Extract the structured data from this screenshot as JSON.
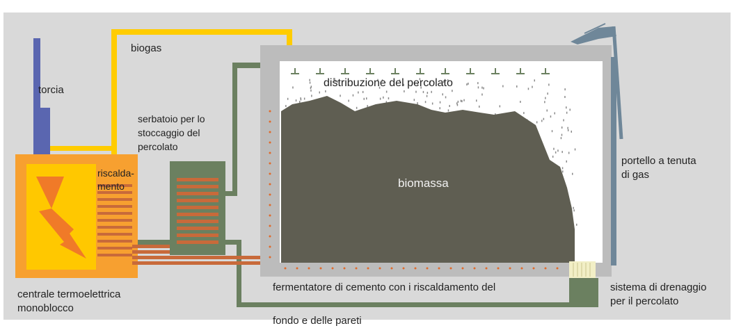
{
  "diagram": {
    "labels": {
      "biogas": "biogas",
      "torch": "torcia",
      "percolate_tank": [
        "serbatoio per lo",
        "stoccaggio del",
        "percolato"
      ],
      "heating": [
        "riscalda-",
        "mento"
      ],
      "percolate_distribution": "distribuzione del percolato",
      "biomass": "biomassa",
      "gas_tight_door": [
        "portello a tenuta",
        "di gas"
      ],
      "power_plant": [
        "centrale termoelettrica",
        "monoblocco"
      ],
      "fermenter": "fermentatore di cemento con i riscaldamento del",
      "fermenter_cont": "fondo e delle pareti",
      "drainage": [
        "sistema di drenaggio",
        "per il percolato"
      ]
    },
    "colors": {
      "panel": "#d9d9d9",
      "biogas_pipe": "#ffcc00",
      "plant_outer": "#f7a030",
      "plant_inner": "#ffc800",
      "lightning": "#f07a28",
      "heating_coil": "#c86a3a",
      "torch": "#5a66b0",
      "pipe_green": "#6b8060",
      "tank": "#6b8060",
      "wall": "#bcbcbc",
      "biomass": "#5f5e52",
      "door": "#6f8799",
      "drain": "#f2efc6",
      "heating_dots": "#e06a2a"
    }
  }
}
